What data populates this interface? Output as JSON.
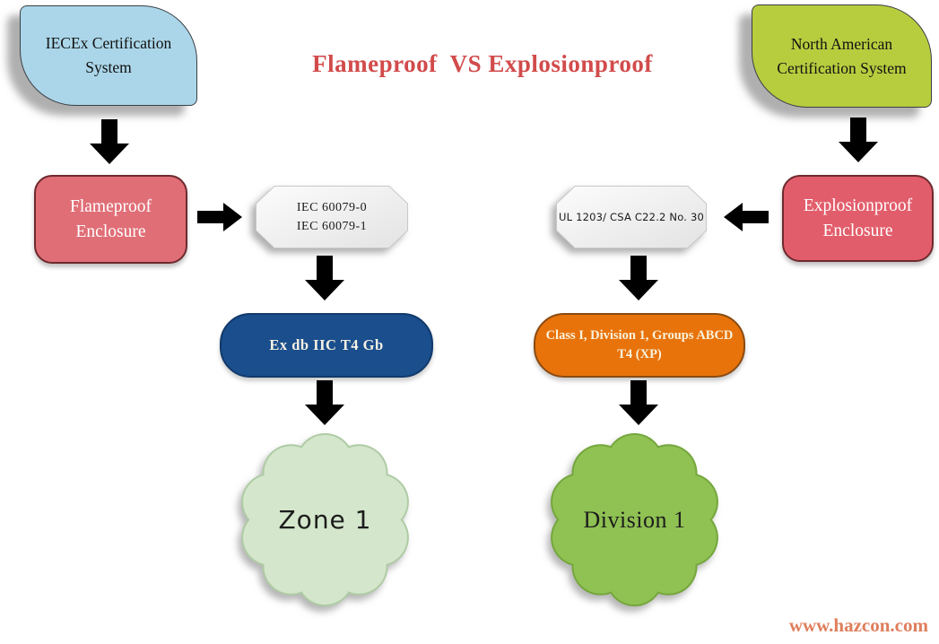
{
  "title": {
    "text": "Flameproof  VS Explosionproof"
  },
  "left_flow": {
    "source": {
      "label": "IECEx Certification System",
      "fill": "#ABD6E9"
    },
    "enclosure": {
      "label": "Flameproof Enclosure",
      "fill": "#E06E77"
    },
    "standard": {
      "line1": "IEC 60079-0",
      "line2": "IEC 60079-1"
    },
    "marking": {
      "label": "Ex db IIC T4 Gb",
      "fill": "#1A4E8C"
    },
    "area": {
      "label": "Zone 1",
      "fill": "#D4E6CB",
      "rim": "#AECBA4"
    }
  },
  "right_flow": {
    "source": {
      "label": "North American Certification System",
      "fill": "#B8CD3E"
    },
    "enclosure": {
      "label": "Explosionproof Enclosure",
      "fill": "#E25D6B"
    },
    "standard": {
      "line1": "UL 1203/ CSA C22.2 No. 30",
      "line2": ""
    },
    "marking": {
      "label": "Class I, Division 1, Groups ABCD T4 (XP)",
      "fill": "#E8730B"
    },
    "area": {
      "label": "Division 1",
      "fill": "#8FC153",
      "rim": "#74A63C"
    }
  },
  "footer": {
    "website": "www.hazcon.com"
  },
  "palette": {
    "title_red": "#D24B4B",
    "arrow_black": "#000000",
    "standard_gray": "#EDEDED",
    "website_color": "#DF7E5B"
  }
}
